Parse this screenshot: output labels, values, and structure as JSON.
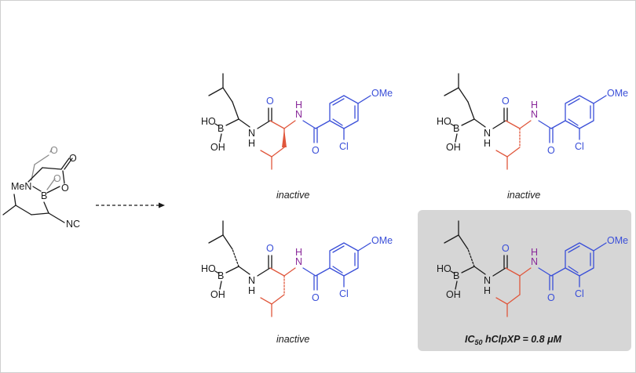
{
  "colors": {
    "leucine_boronate": "#1a1a1a",
    "middle_residue": "#e0573c",
    "benzamide": "#3a4fd8",
    "nh_label": "#8a2a9a",
    "highlight_box": "#d6d6d6"
  },
  "reagent": {
    "labels": {
      "me_n": "MeN",
      "boron": "B",
      "oxygen_1": "O",
      "oxygen_2": "O",
      "oxygen_3": "O",
      "oxygen_4": "O",
      "isocyanide": "NC"
    }
  },
  "molecule_labels": {
    "ho": "HO",
    "boron": "B",
    "oh": "OH",
    "nh": "N",
    "h": "H",
    "carbonyl_o": "O",
    "amide_o": "O",
    "chloro": "Cl",
    "methoxy": "OMe"
  },
  "captions": {
    "top_left": "inactive",
    "top_right": "inactive",
    "bottom_left": "inactive",
    "bottom_right_ic50_prefix": "IC",
    "bottom_right_ic50_sub": "50",
    "bottom_right_ic50_rest": " hClpXP = 0.8 μM"
  }
}
